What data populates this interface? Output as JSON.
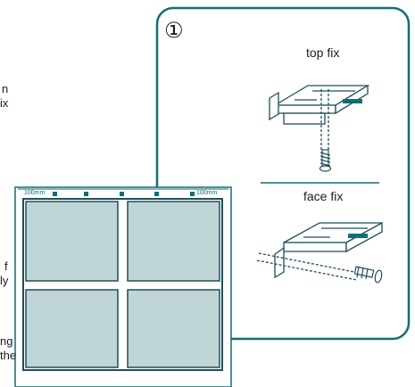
{
  "step": {
    "number": "①",
    "top_label": "top fix",
    "bottom_label": "face fix"
  },
  "ruler": {
    "left": "100mm",
    "right": "100mm"
  },
  "left_text": [
    "n",
    "ix",
    "f",
    "ly",
    "ng",
    "the"
  ],
  "colors": {
    "teal": "#0f6f73",
    "pane": "#bfd5d6",
    "outline": "#1f4f5a"
  }
}
